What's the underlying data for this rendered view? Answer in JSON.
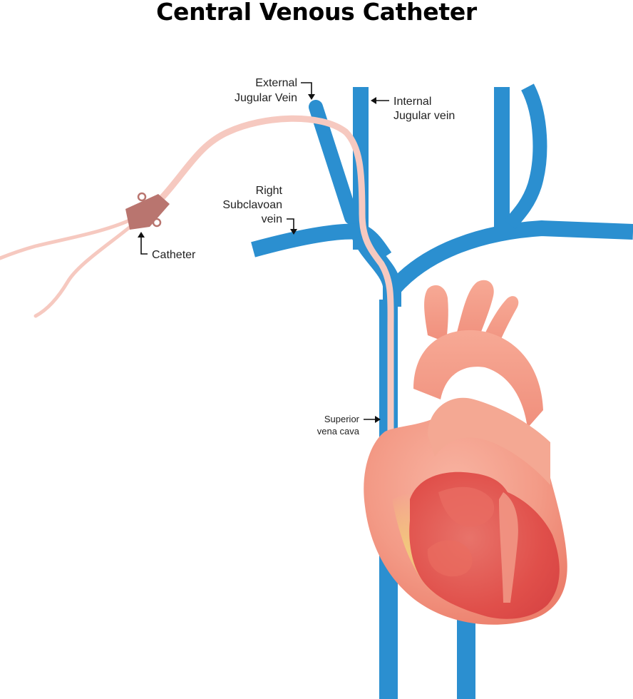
{
  "title": "Central Venous Catheter",
  "labels": {
    "external_jugular": [
      "External",
      "Jugular Vein"
    ],
    "internal_jugular": [
      "Internal",
      "Jugular vein"
    ],
    "right_subclavian": [
      "Right",
      "Subclavoan",
      "vein"
    ],
    "catheter": "Catheter",
    "superior_vena_cava": [
      "Superior",
      "vena cava"
    ]
  },
  "colors": {
    "vein": "#2b8fd0",
    "catheter_tube": "#f6c9c0",
    "catheter_hub": "#b9756f",
    "heart_outer": "#f3a08a",
    "heart_inner": "#e5574f"
  }
}
